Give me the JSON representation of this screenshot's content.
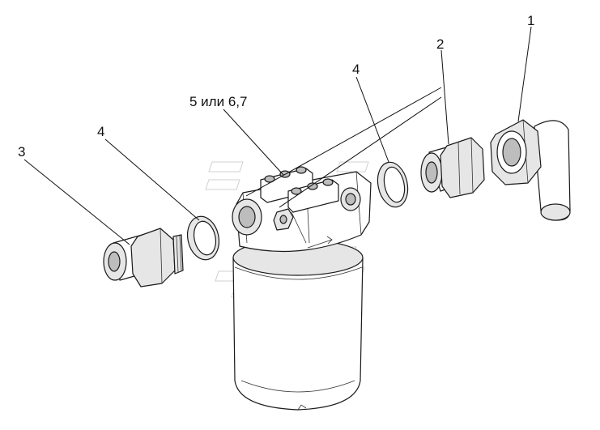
{
  "callouts": {
    "c1": "1",
    "c2": "2",
    "c3": "3",
    "c4_left": "4",
    "c4_right": "4",
    "c5": "5 или 6,7"
  },
  "colors": {
    "line": "#111111",
    "metal_light": "#e6e6e6",
    "metal_dark": "#bdbdbd"
  }
}
